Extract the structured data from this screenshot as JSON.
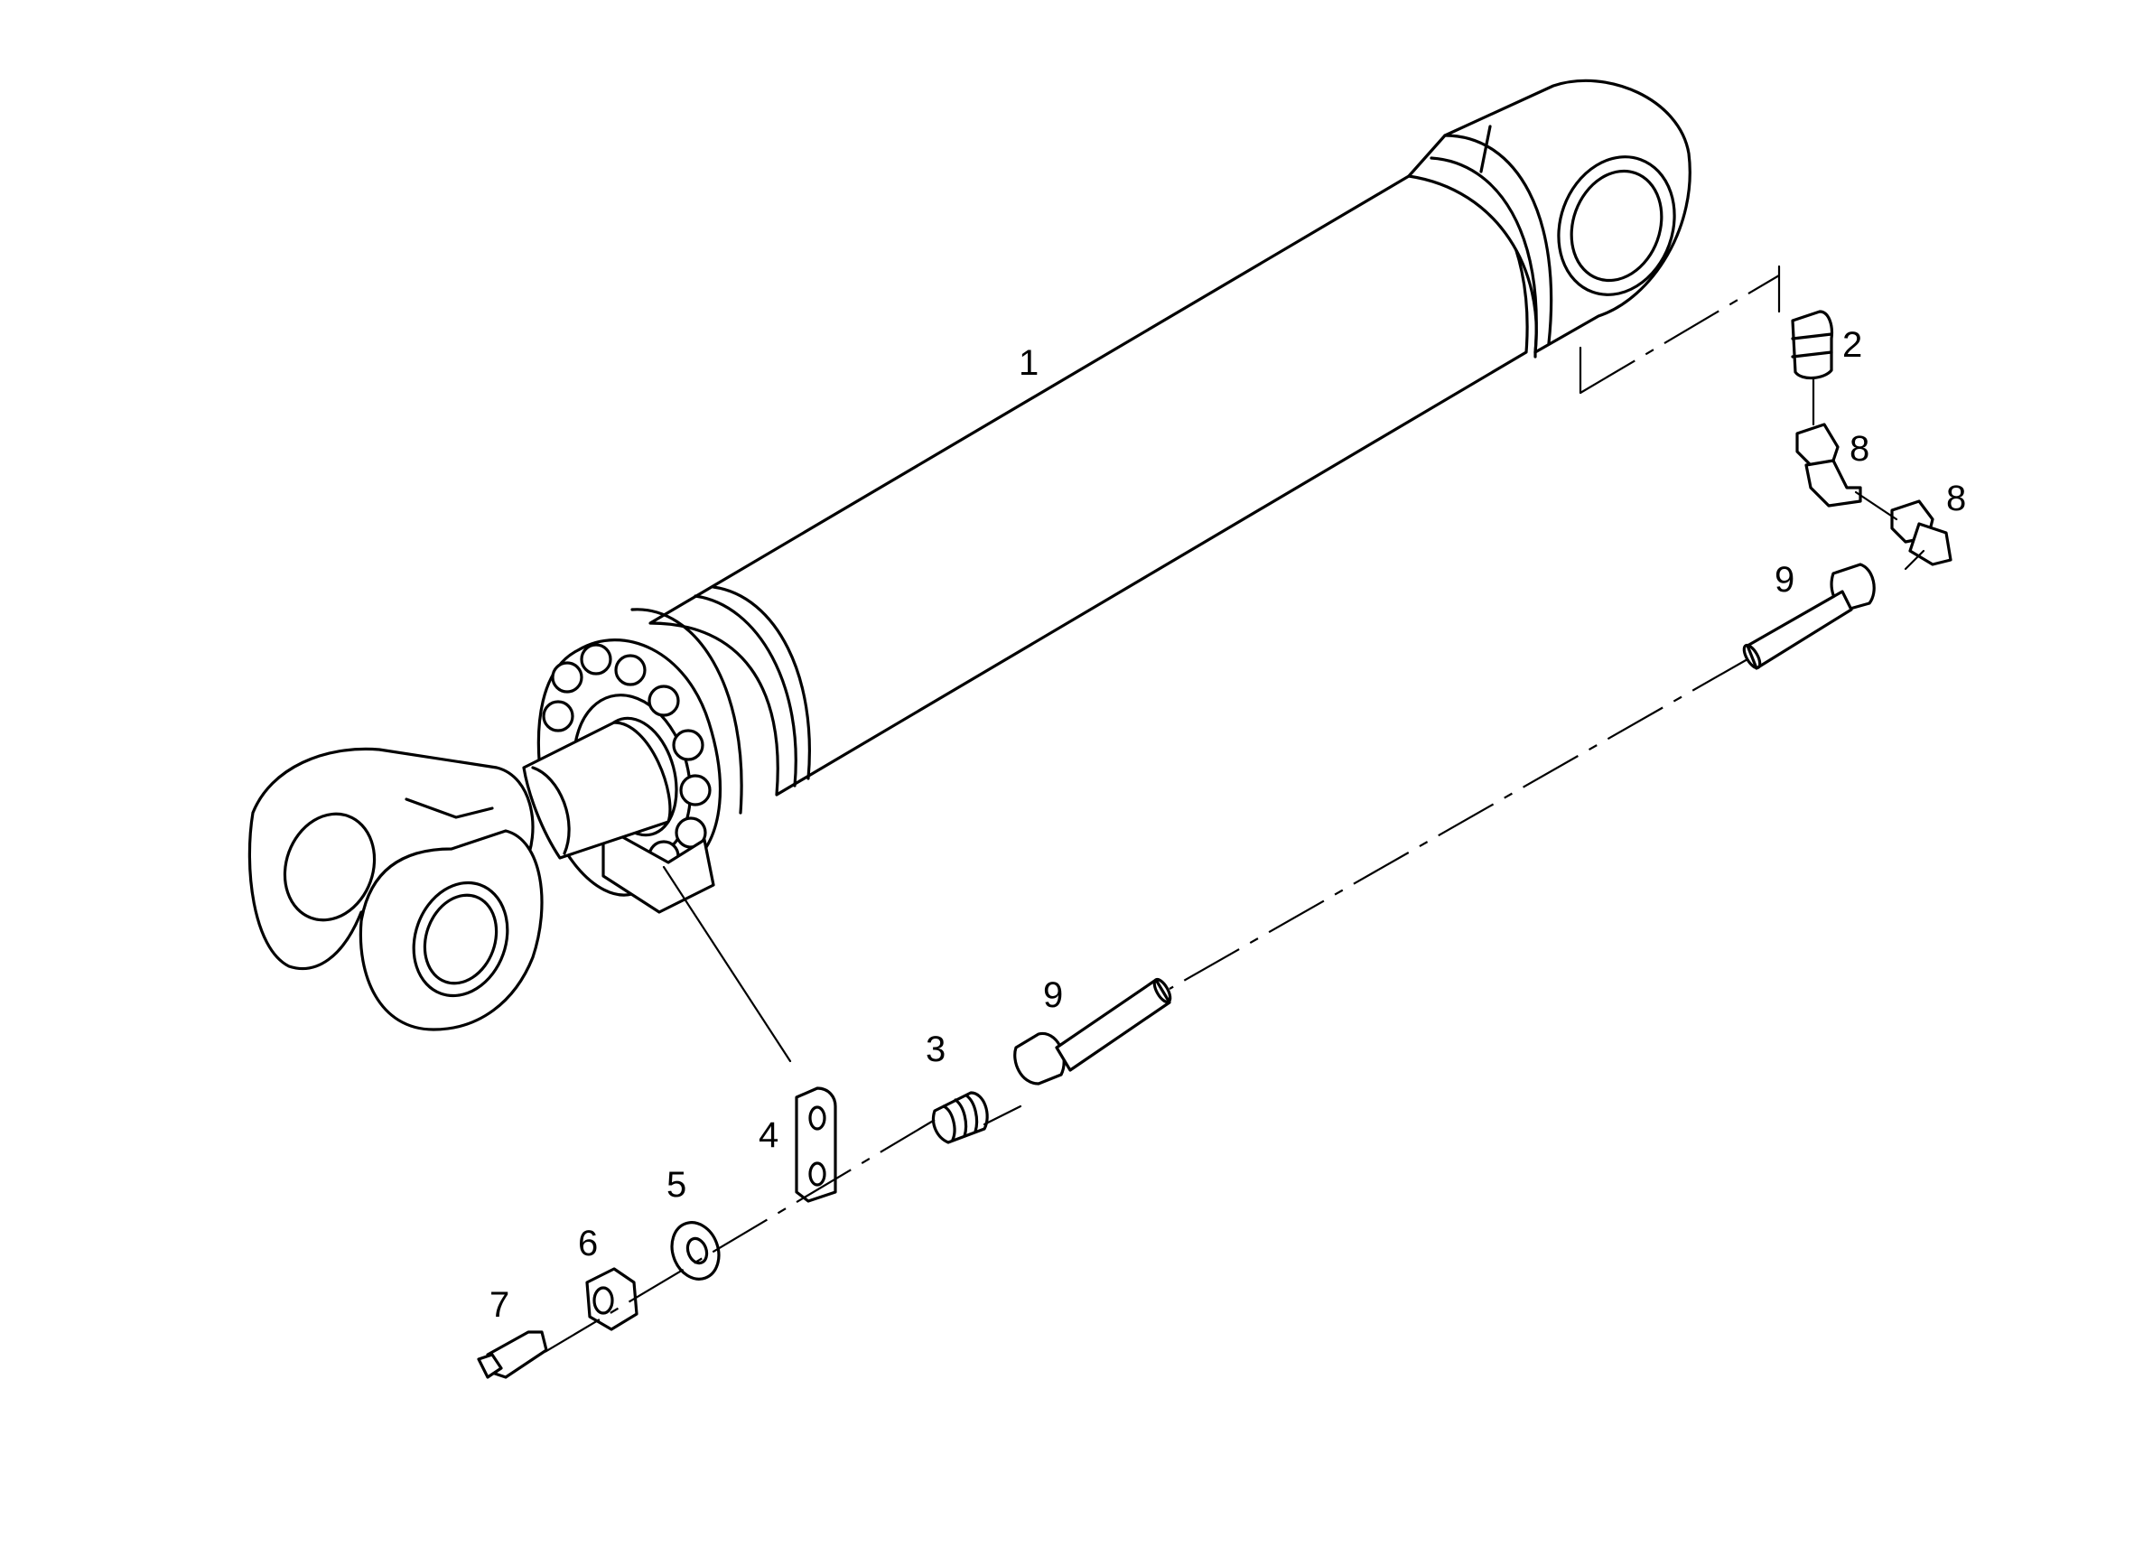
{
  "callouts": {
    "c1": "1",
    "c2": "2",
    "c3": "3",
    "c4": "4",
    "c5": "5",
    "c6": "6",
    "c7": "7",
    "c8a": "8",
    "c8b": "8",
    "c9a": "9",
    "c9b": "9"
  },
  "colors": {
    "line": "#000000",
    "background": "#ffffff"
  }
}
